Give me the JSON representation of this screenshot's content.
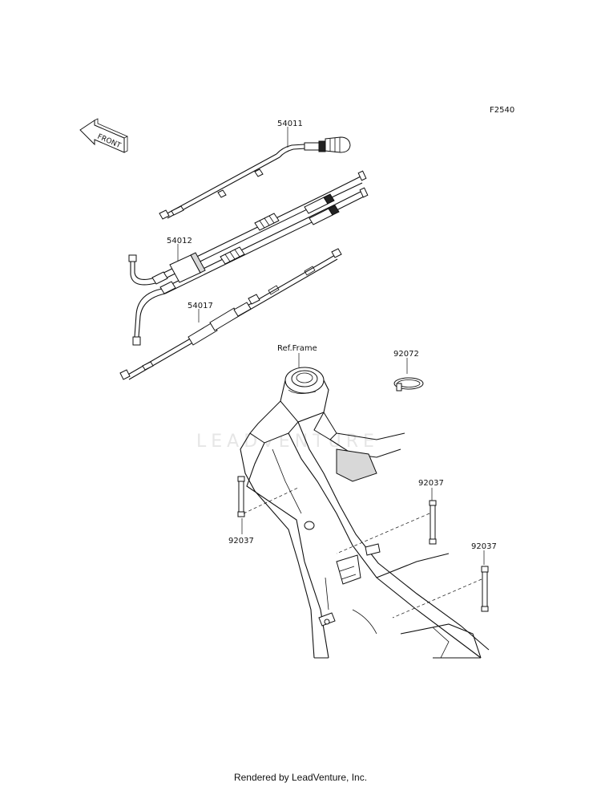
{
  "diagram": {
    "page_code": "F2540",
    "front_label": "FRONT",
    "watermark": "LEADVENTURE",
    "labels": {
      "cable_54011": "54011",
      "cable_54012": "54012",
      "cable_54017": "54017",
      "clamp_92072": "92072",
      "band_left": "92037",
      "band_mid": "92037",
      "band_right": "92037",
      "ref_frame": "Ref.Frame"
    }
  },
  "footer": {
    "text": "Rendered by LeadVenture, Inc."
  }
}
